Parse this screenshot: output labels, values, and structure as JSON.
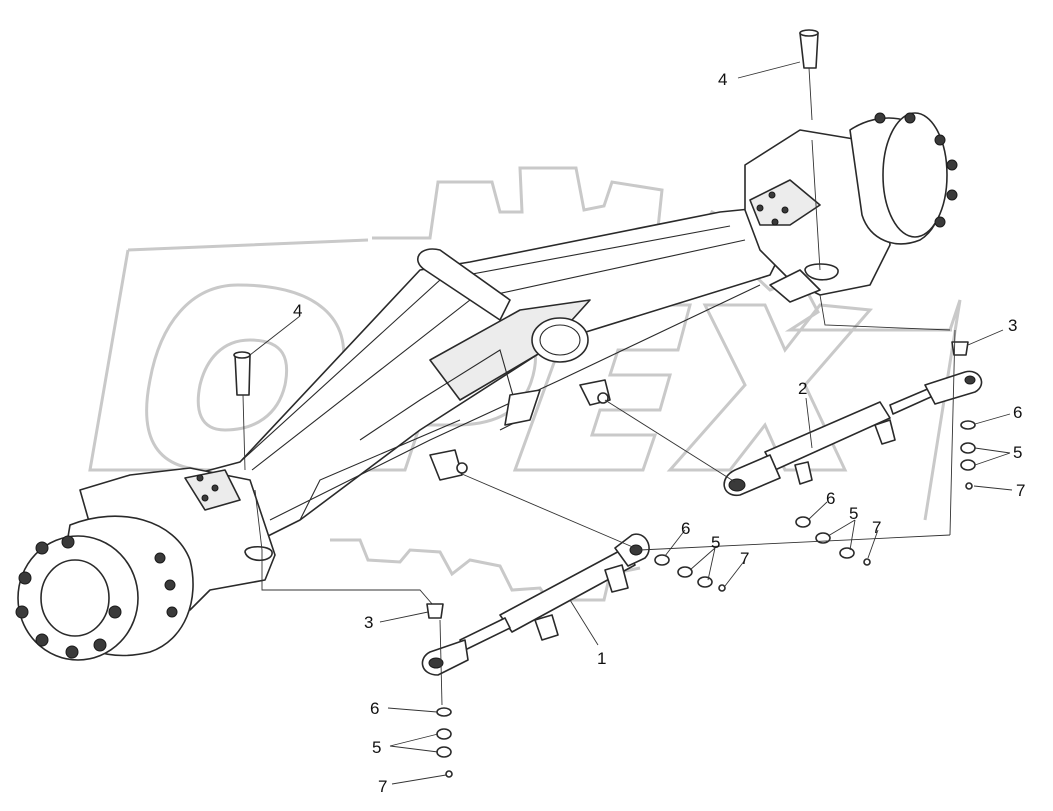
{
  "watermark": {
    "text": "OPEX"
  },
  "callouts": {
    "c1": "1",
    "c2": "2",
    "c3a": "3",
    "c3b": "3",
    "c4a": "4",
    "c4b": "4",
    "c5a": "5",
    "c5b": "5",
    "c5c": "5",
    "c5d": "5",
    "c6a": "6",
    "c6b": "6",
    "c6c": "6",
    "c6d": "6",
    "c7a": "7",
    "c7b": "7",
    "c7c": "7",
    "c7d": "7"
  }
}
